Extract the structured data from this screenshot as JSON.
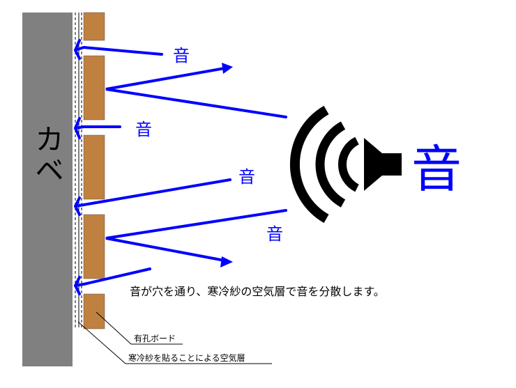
{
  "wall": {
    "label": "カベ",
    "color": "#808080"
  },
  "board": {
    "color": "#c08040"
  },
  "arrow_color": "#0000ff",
  "sound_source": {
    "label": "音",
    "icon": "speaker-icon"
  },
  "sound_labels": [
    "音",
    "音",
    "音",
    "音"
  ],
  "caption": "音が穴を通り、寒冷紗の空気層で音を分散します。",
  "callouts": {
    "board": "有孔ボード",
    "air_layer": "寒冷紗を貼ることによる空気層"
  }
}
